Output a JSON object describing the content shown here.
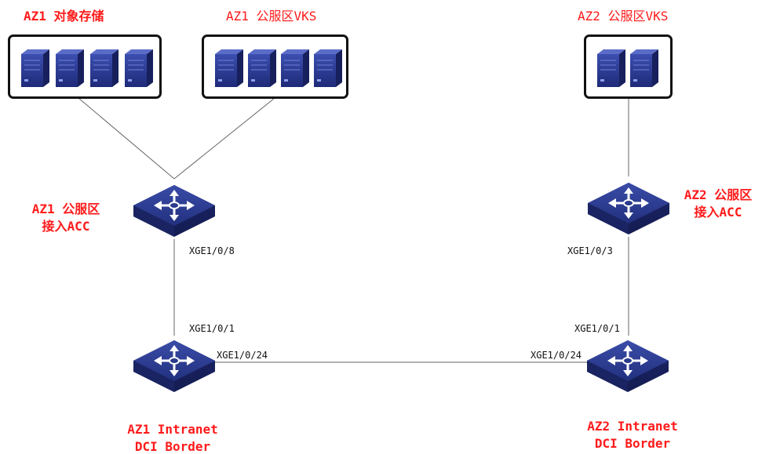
{
  "groups": {
    "az1_object_storage": {
      "title": "AZ1 对象存储",
      "server_count": 4
    },
    "az1_public_vks": {
      "title": "AZ1 公服区VKS",
      "server_count": 4
    },
    "az2_public_vks": {
      "title": "AZ2 公服区VKS",
      "server_count": 2
    }
  },
  "switches": {
    "az1_access": {
      "line1": "AZ1 公服区",
      "line2": "接入ACC"
    },
    "az2_access": {
      "line1": "AZ2 公服区",
      "line2": "接入ACC"
    },
    "az1_border": {
      "line1": "AZ1 Intranet",
      "line2": "DCI Border"
    },
    "az2_border": {
      "line1": "AZ2 Intranet",
      "line2": "DCI Border"
    }
  },
  "ports": {
    "az1_access_down": "XGE1/0/8",
    "az1_border_up": "XGE1/0/1",
    "az1_border_wan": "XGE1/0/24",
    "az2_access_down": "XGE1/0/3",
    "az2_border_up": "XGE1/0/1",
    "az2_border_wan": "XGE1/0/24"
  },
  "colors": {
    "label_red": "#ff1a1a",
    "device_blue": "#2a3a8c",
    "link_gray": "#666666"
  }
}
